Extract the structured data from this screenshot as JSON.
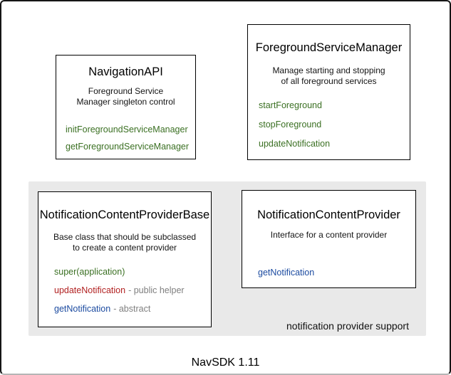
{
  "diagram": {
    "caption": "NavSDK 1.11",
    "group": {
      "label": "notification provider support"
    },
    "boxes": [
      {
        "id": "navigation-api",
        "title": "NavigationAPI",
        "description_lines": [
          "Foreground Service",
          "Manager singleton control"
        ],
        "methods": [
          {
            "label": "initForegroundServiceManager",
            "color": "green"
          },
          {
            "label": "getForegroundServiceManager",
            "color": "green"
          }
        ]
      },
      {
        "id": "foreground-service-manager",
        "title": "ForegroundServiceManager",
        "description_lines": [
          "Manage starting and stopping",
          "of all foreground services"
        ],
        "methods": [
          {
            "label": "startForeground",
            "color": "green"
          },
          {
            "label": "stopForeground",
            "color": "green"
          },
          {
            "label": "updateNotification",
            "color": "green"
          }
        ]
      },
      {
        "id": "notification-content-provider-base",
        "title": "NotificationContentProviderBase",
        "description_lines": [
          "Base class that should be subclassed",
          "to create a content provider"
        ],
        "methods": [
          {
            "label": "super(application)",
            "color": "green"
          },
          {
            "label": "updateNotification",
            "color": "red",
            "annotation": "- public helper"
          },
          {
            "label": "getNotification",
            "color": "blue",
            "annotation": "- abstract"
          }
        ]
      },
      {
        "id": "notification-content-provider",
        "title": "NotificationContentProvider",
        "description_lines": [
          "Interface for a content provider"
        ],
        "methods": [
          {
            "label": "getNotification",
            "color": "blue"
          }
        ]
      }
    ],
    "colors": {
      "method_green": "#3b7023",
      "method_red": "#b22222",
      "method_blue": "#1c4ba0",
      "annotation_gray": "#7f7f7f",
      "group_background": "#e9e9e9",
      "box_border": "#000000",
      "frame_border": "#161616"
    }
  }
}
